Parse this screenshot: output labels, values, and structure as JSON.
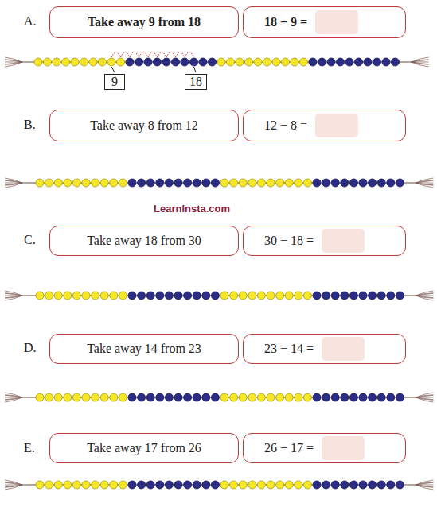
{
  "diagram": {
    "nodes": [
      {
        "text": [
          "Take away 9 from 18"
        ]
      },
      {
        "text": [
          "18 − 9 ="
        ]
      },
      {
        "text": [
          "9"
        ]
      },
      {
        "text": [
          "18"
        ]
      },
      {
        "text": [
          "Take away 8 from 12"
        ]
      },
      {
        "text": [
          "12 − 8 ="
        ]
      },
      {
        "text": [
          "Take away 18 from 30"
        ]
      },
      {
        "text": [
          "30 − 18 ="
        ]
      },
      {
        "text": [
          "Take away 14 from 23"
        ]
      },
      {
        "text": [
          "23 − 14 ="
        ]
      },
      {
        "text": [
          "Take away 17 from 26"
        ]
      },
      {
        "text": [
          "26 − 17 ="
        ]
      }
    ],
    "labels": [
      "A.",
      "B.",
      "C.",
      "D.",
      "E.",
      "LearnInsta.com"
    ]
  }
}
